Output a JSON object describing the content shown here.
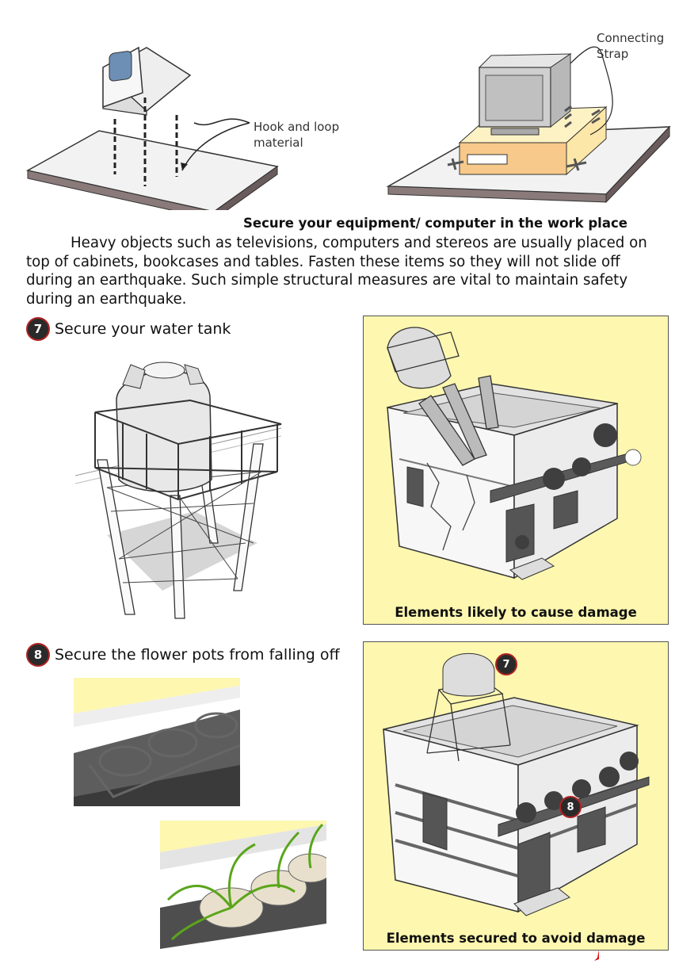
{
  "top": {
    "hook_label": "Hook and loop\nmaterial",
    "strap_label": "Connecting\nStrap",
    "caption": "Secure your equipment/ computer in the work place",
    "paragraph": "Heavy objects such as televisions, computers and stereos are usually placed on top of cabinets, bookcases and tables. Fasten these items so they will not slide off during an earthquake. Such simple structural measures are vital to maintain safety during an earthquake."
  },
  "step7": {
    "number": "7",
    "title": "Secure your water tank"
  },
  "step8": {
    "number": "8",
    "title": "Secure the flower pots from falling off"
  },
  "panel_damage": {
    "caption": "Elements likely to cause damage"
  },
  "panel_secured": {
    "caption": "Elements secured to avoid damage",
    "badge7": "7",
    "badge8": "8"
  },
  "colors": {
    "panel_bg": "#fdf7b0",
    "badge_ring": "#b22222",
    "badge_fill": "#2a2a2a"
  }
}
